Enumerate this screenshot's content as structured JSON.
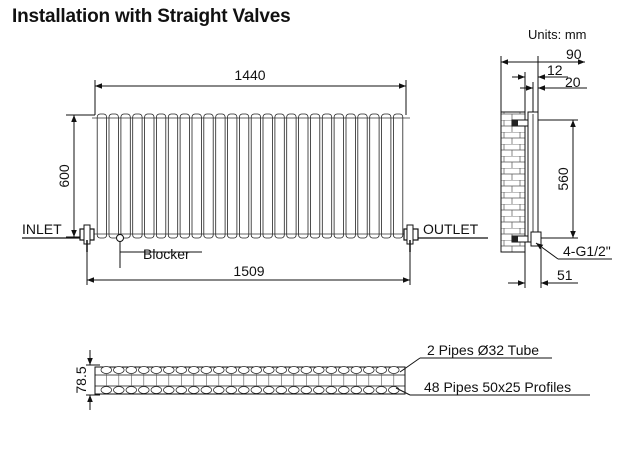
{
  "title": "Installation with Straight Valves",
  "units": "Units: mm",
  "front_view": {
    "width_top": "1440",
    "height_left": "600",
    "inlet": "INLET",
    "outlet": "OUTLET",
    "blocker": "Blocker",
    "width_bottom": "1509"
  },
  "side_view": {
    "depth_total": "90",
    "offset_12": "12",
    "offset_20": "20",
    "centres": "560",
    "connection": "4-G1/2\"",
    "depth_51": "51"
  },
  "top_view": {
    "depth": "78.5",
    "tubes": "2 Pipes Ø32  Tube",
    "profiles": "48 Pipes 50x25  Profiles"
  }
}
